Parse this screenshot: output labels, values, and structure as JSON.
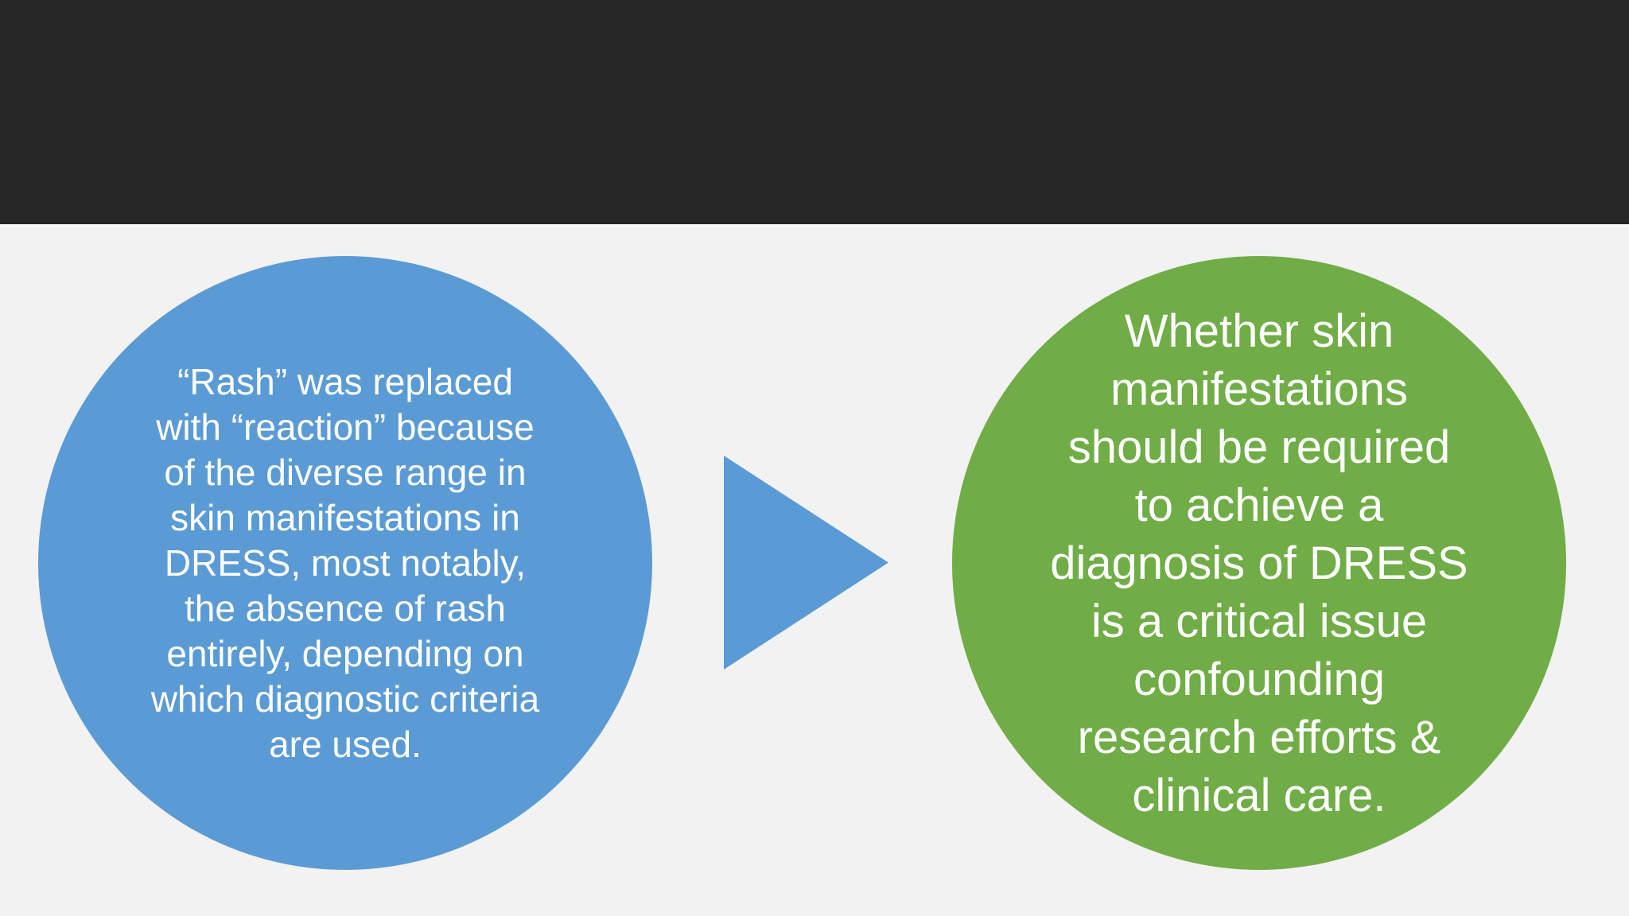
{
  "slide": {
    "background_color": "#f2f2f2",
    "header": {
      "color": "#262626"
    },
    "diagram": {
      "left_circle": {
        "fill": "#5b9bd5",
        "text_color": "#ffffff",
        "text": "“Rash” was replaced\nwith “reaction” because\nof the diverse range in\nskin manifestations in\nDRESS, most notably,\nthe absence of rash\nentirely, depending on\nwhich diagnostic criteria\nare used."
      },
      "arrow": {
        "direction": "right",
        "fill": "#5b9bd5"
      },
      "right_circle": {
        "fill": "#70ad47",
        "text_color": "#ffffff",
        "text": "Whether skin\nmanifestations\nshould be required\nto achieve a\ndiagnosis of DRESS\nis a critical issue\nconfounding\nresearch efforts &\nclinical care."
      }
    }
  }
}
